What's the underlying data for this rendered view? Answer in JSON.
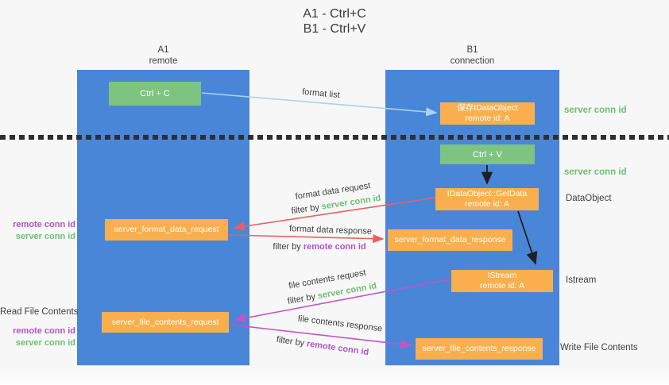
{
  "title": {
    "line1": "A1 - Ctrl+C",
    "line2": "B1 - Ctrl+V"
  },
  "lifelines": {
    "left": {
      "id": "A1",
      "role": "remote"
    },
    "right": {
      "id": "B1",
      "role": "connection"
    }
  },
  "nodes": {
    "ctrl_c": {
      "label": "Ctrl + C"
    },
    "save_dataobject": {
      "line1": "保存IDataObject",
      "line2": "remote id: A"
    },
    "ctrl_v": {
      "label": "Ctrl + V"
    },
    "getdata": {
      "line1": "IDataObject::GetData",
      "line2": "remote id: A"
    },
    "format_request": {
      "label": "server_format_data_request"
    },
    "format_response": {
      "label": "server_format_data_response"
    },
    "istream": {
      "line1": "IStream",
      "line2": "remote id: A"
    },
    "file_request": {
      "label": "server_file_contents_request"
    },
    "file_response": {
      "label": "server_file_contents_response"
    }
  },
  "terms": {
    "server_conn_id": "server conn id",
    "remote_conn_id": "remote conn id",
    "filter_by": "filter by"
  },
  "arrow_labels": {
    "format_list": "format list",
    "format_data_request": "format data request",
    "format_data_response": "format data response",
    "file_contents_request": "file contents request",
    "file_contents_response": "file contents response"
  },
  "side_labels": {
    "dataobject": "DataObject",
    "istream": "Istream",
    "read_file_contents": "Read File Contents",
    "write_file_contents": "Write File Contents"
  },
  "colors": {
    "lifeline_blue": "#4a86d8",
    "action_green": "#7cc47f",
    "message_orange": "#f9af4d",
    "server_conn_green": "#6fbf72",
    "remote_conn_purple": "#b153c9",
    "format_arrow_red": "#e4635c",
    "file_arrow_magenta": "#c355c5",
    "format_list_arrow_blue": "#a9d3f1",
    "black_arrow": "#1f1f1f",
    "text_dark": "#3d3d3d"
  }
}
